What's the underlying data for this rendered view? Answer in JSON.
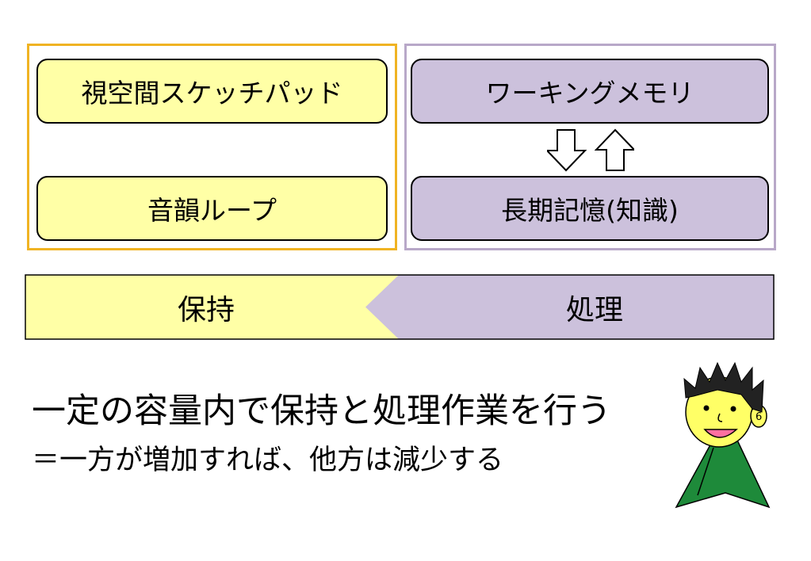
{
  "left_group": {
    "top_box": "視空間スケッチパッド",
    "bottom_box": "音韻ループ"
  },
  "right_group": {
    "top_box": "ワーキングメモリ",
    "bottom_box": "長期記憶(知識)"
  },
  "bar": {
    "left_label": "保持",
    "right_label": "処理"
  },
  "text": {
    "line1": "一定の容量内で保持と処理作業を行う",
    "line2": "＝一方が増加すれば、他方は減少する"
  },
  "character": {
    "ear_label": "6"
  },
  "colors": {
    "yellow_fill": "#ffffa6",
    "purple_fill": "#ccc1dc",
    "yellow_border": "#f0b323",
    "purple_border": "#b8a8c8",
    "shirt": "#1e8a3a",
    "skin": "#ffff66"
  }
}
